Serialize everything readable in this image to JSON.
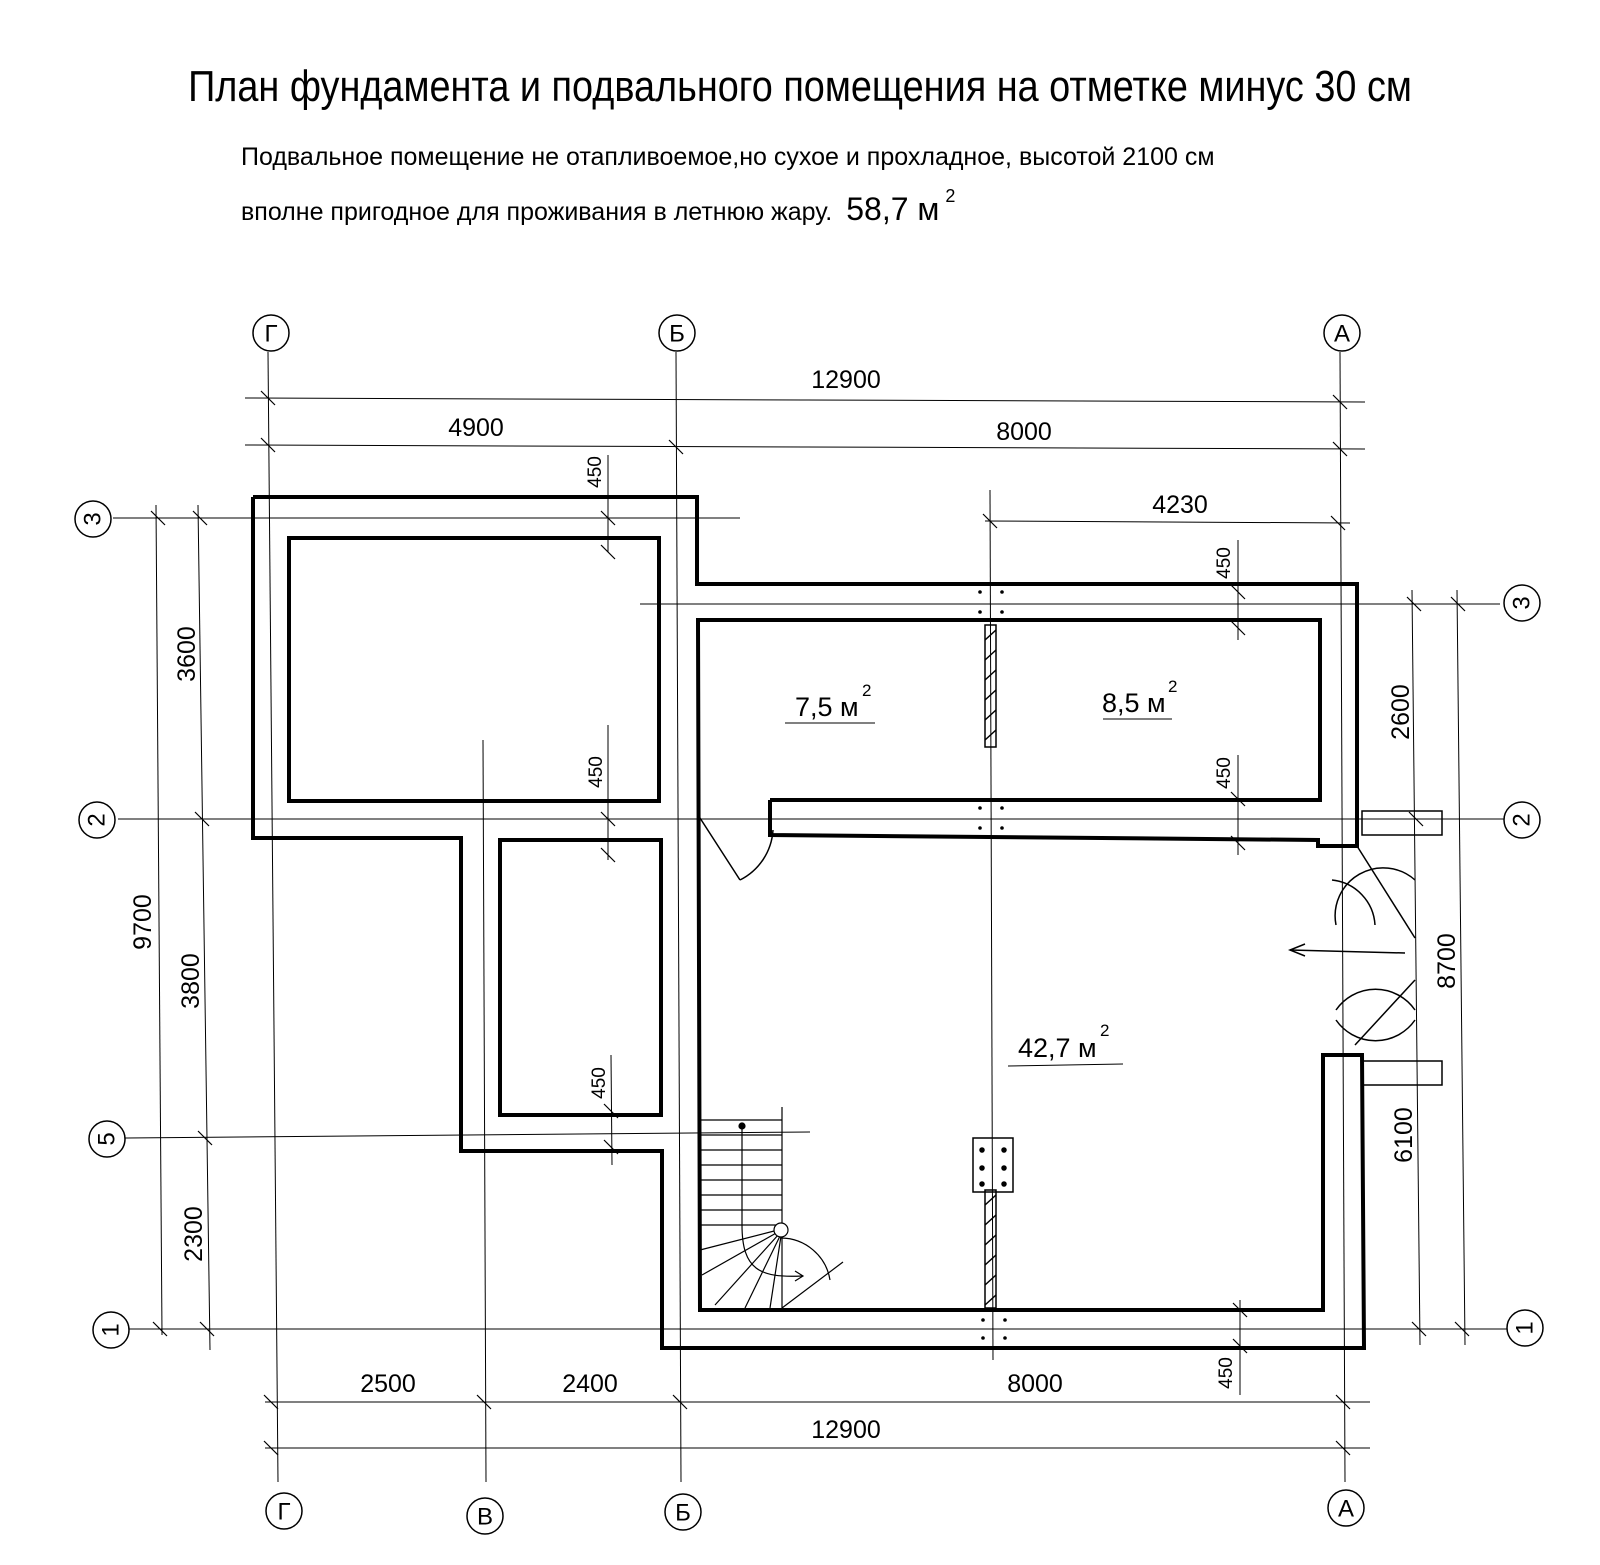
{
  "title": "План фундамента и подвального помещения на отметке минус 30 см",
  "subtitle_line1": "Подвальное помещение не отапливоемое,но сухое  и прохладное, высотой 2100 см",
  "subtitle_line2": "вполне пригодное для проживания в летнюю жару.",
  "total_area": "58,7 м",
  "total_area_sup": "2",
  "axes": {
    "g_top": "Г",
    "b_top": "Б",
    "a_top": "А",
    "g_bottom": "Г",
    "v_bottom": "В",
    "b_bottom": "Б",
    "a_bottom": "А",
    "row3_left": "3",
    "row2_left": "2",
    "row5_left": "5",
    "row1_left": "1",
    "row3_right": "3",
    "row2_right": "2",
    "row1_right": "1"
  },
  "dimensions": {
    "top_total": "12900",
    "top_left": "4900",
    "top_right": "8000",
    "top_inner": "4230",
    "bottom_left": "2500",
    "bottom_mid": "2400",
    "bottom_right": "8000",
    "bottom_total": "12900",
    "left_total": "9700",
    "left_3600": "3600",
    "left_3800": "3800",
    "left_2300": "2300",
    "right_2600": "2600",
    "right_8700": "8700",
    "right_6100": "6100",
    "wall_450": "450"
  },
  "rooms": [
    {
      "area": "7,5 м",
      "sup": "2"
    },
    {
      "area": "8,5 м",
      "sup": "2"
    },
    {
      "area": "42,7 м",
      "sup": "2"
    }
  ]
}
